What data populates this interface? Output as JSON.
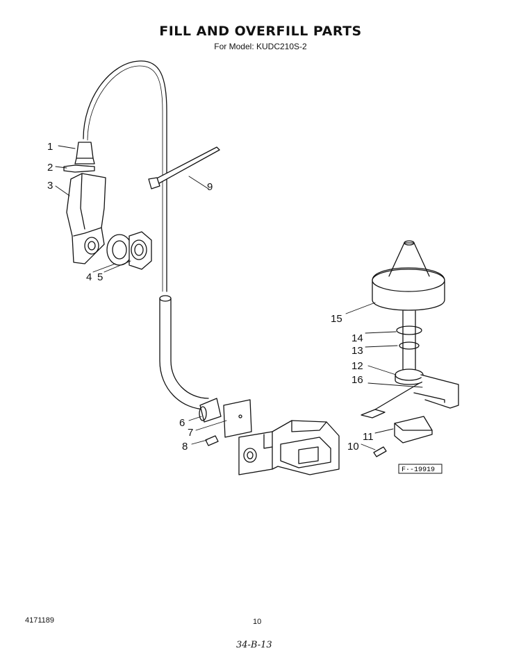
{
  "header": {
    "title": "FILL AND OVERFILL PARTS",
    "subtitle": "For Model: KUDC210S-2"
  },
  "callouts": [
    "1",
    "2",
    "3",
    "4",
    "5",
    "6",
    "7",
    "8",
    "9",
    "10",
    "11",
    "12",
    "13",
    "14",
    "15",
    "16"
  ],
  "figure_id": "F·-19919",
  "footer": {
    "doc_number": "4171189",
    "page_number": "10",
    "handwritten_note": "34-B-13"
  }
}
